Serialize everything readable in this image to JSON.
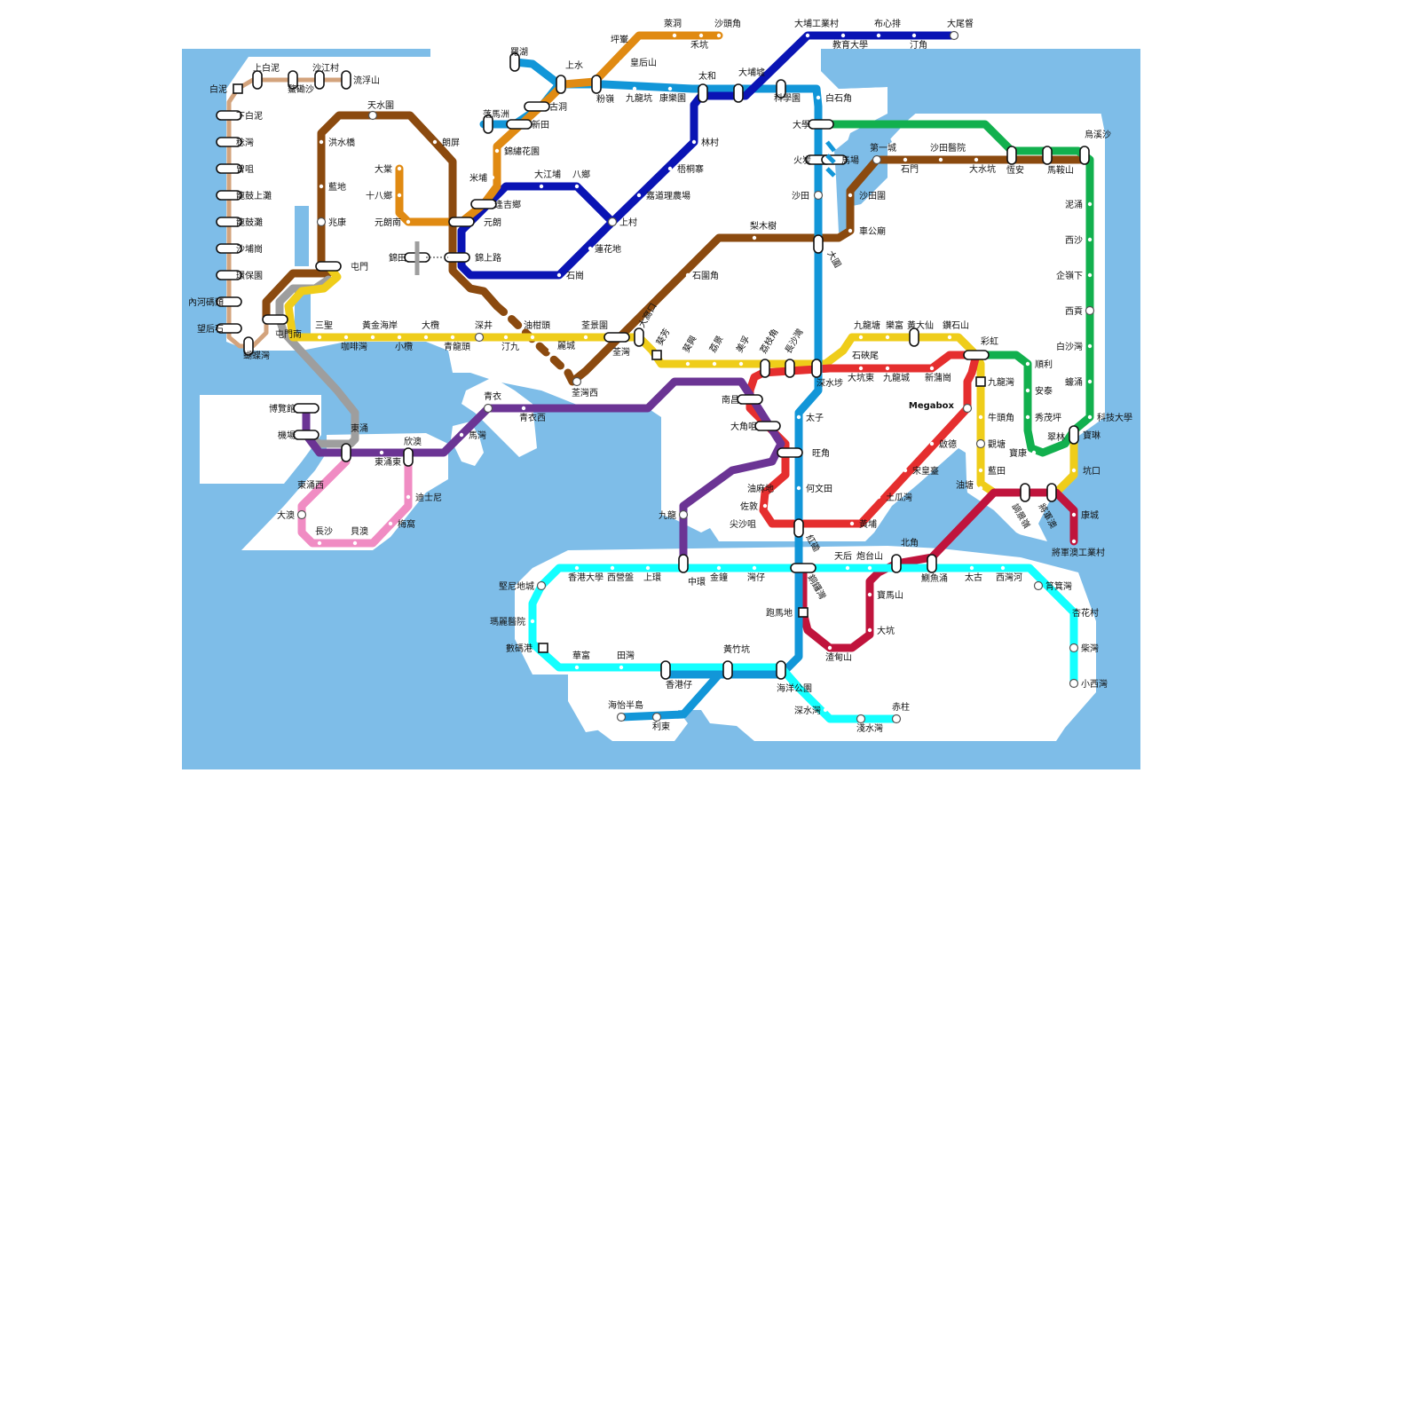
{
  "map_title": "",
  "colors": {
    "water": "#7ebde8",
    "land": "#ffffff",
    "tuen_ma": "#8b4a0f",
    "tung_chung": "#fb8c00",
    "tsuen_wan": "#e52e2e",
    "island": "#0f8ed0",
    "kwun_tong": "#0aa34d",
    "tseung_kwan_o": "#7d4aa0",
    "east_rail": "#3199d4",
    "south_island": "#b8d200",
    "airport_express": "#00888a",
    "disneyland": "#e777c0",
    "light_rail": "#d3a37c",
    "ngong_ping": "#ec9a2a",
    "tuen_ma_yellow": "#efcd1a",
    "green_line": "#12b04e",
    "grey_line": "#9e9e9e",
    "purple": "#6b3494",
    "pink": "#f08cc3",
    "crimson": "#c0143c",
    "cyan": "#14ffff",
    "blue": "#1296d8",
    "darkblue": "#0a14b4",
    "orange": "#e08a12"
  },
  "stations": {
    "pakni": "白泥",
    "shangpakni": "上白泥",
    "lauwoo": "鰲磡沙",
    "shakongtsuen": "沙江村",
    "lauhaushan": "流浮山",
    "hapakni": "下白泥",
    "shemwan": "稔灣",
    "tsanguk": "曾咀",
    "lungkuseung": "龍鼓上灘",
    "lungkutan": "龍鼓灘",
    "shapotsui": "沙埔崗",
    "wanpoyuen": "環保園",
    "noihobakou": "內河碼頭",
    "mongha": "望后石",
    "butterfly": "蝴蝶灣",
    "tinshuiwai": "天水圍",
    "hungshuikiu": "洪水橋",
    "longping": "朗屏",
    "lamtei": "藍地",
    "siuhong": "兆康",
    "tuenmun": "屯門",
    "tuenmunnorth": "屯門南",
    "taitong": "大棠",
    "shapatheung": "十八鄉",
    "yuenlongsouth": "元朗南",
    "yuenlong": "元朗",
    "kamtin": "錦田",
    "kamsheungroad": "錦上路",
    "fungkatheung": "逢吉鄉",
    "mipo": "米埔",
    "kamsauwah": "錦繡花園",
    "lokmachau": "落馬洲",
    "sanitin": "新田",
    "kudtung": "古洞",
    "lowu": "羅湖",
    "sheungshui": "上水",
    "fanling": "粉嶺",
    "pingche": "坪輋",
    "wonghaushan": "皇后山",
    "laitung": "萊洞",
    "wohop": "禾坑",
    "shataukok": "沙頭角",
    "kauloongham": "九龍坑",
    "hongloknga": "康樂園",
    "taiwo": "太和",
    "taipohui": "大埔墟",
    "taipoindustrial": "大埔工業村",
    "edu": "教育大學",
    "pousampai": "布心排",
    "tingkok": "汀角",
    "taimeituk": "大尾督",
    "sciencepark": "科學園",
    "pakshekkok": "白石角",
    "university": "大學",
    "fotan": "火炭",
    "racecourse": "馬場",
    "shatin": "沙田",
    "taiwai": "大圍",
    "taikang": "大江埔",
    "patheung": "八鄉",
    "lamtsuen": "林村",
    "ngtungchai": "梧桐寨",
    "taipoagri": "嘉道理農場",
    "sheungtsuen": "上村",
    "lintahdei": "蓮花地",
    "shekkong": "石崗",
    "cityone": "第一城",
    "shekmun": "石門",
    "shatinhospital": "沙田醫院",
    "taishuihang": "大水坑",
    "hengon": "恆安",
    "maonshan": "馬鞍山",
    "wukaisha": "烏溪沙",
    "shatinwai": "沙田圍",
    "chekungtemple": "車公廟",
    "leimuk": "梨木樹",
    "shekwaikok": "石圍角",
    "taiwohau": "大窩口",
    "tsuenwan": "荃灣",
    "tsuenwanwest": "荃灣西",
    "laiking": "麗城",
    "kwaifong": "葵芳",
    "kwaihing": "葵興",
    "laiking2": "荔景",
    "meifoo": "美孚",
    "laichikok": "荔枝角",
    "cheungshawan": "長沙灣",
    "shamshuipo": "深水埗",
    "shekkipmei": "石硤尾",
    "kowloontong": "九龍塘",
    "lokfu": "樂富",
    "wongtaisin": "黃大仙",
    "diamondhill": "鑽石山",
    "taikoktsui": "大角咀",
    "namcheong": "南昌",
    "mongkok": "旺角",
    "princeedward": "太子",
    "yaumatei": "油麻地",
    "jordan": "佐敦",
    "tsimshatsui": "尖沙咀",
    "homan": "何文田",
    "hunghom": "紅磡",
    "taiwaidung": "大坑東",
    "kowlooncity": "九龍城",
    "sanpokong": "新蒲崗",
    "choihung": "彩虹",
    "kowloonbay": "九龍灣",
    "ngautaukok": "牛頭角",
    "kwuntong": "觀塘",
    "lamtin": "藍田",
    "yautong": "油塘",
    "megabox": "Megabox",
    "kaitak": "啟德",
    "sungwongtoi": "宋皇臺",
    "tokwawan": "土瓜灣",
    "whampoa": "黃埔",
    "shunli": "順利",
    "onyan": "安泰",
    "saumaoping": "秀茂坪",
    "pokhong": "寶康",
    "tsuilam": "翠林",
    "polam": "寶琳",
    "hkust": "科技大學",
    "hanghau": "坑口",
    "tseungkwano": "將軍澳",
    "tiukengleng": "調景嶺",
    "lohaspark": "康城",
    "tkoindustrial": "將軍澳工業村",
    "nitaosha": "泥涌",
    "saisha": "西沙",
    "kailaiha": "企嶺下",
    "saikung": "西貢",
    "pakshawan": "白沙灣",
    "houchung": "蠔涌",
    "sammshingtsuen": "三聖",
    "kafaywan": "咖啡灣",
    "goldcoast": "黃金海岸",
    "siulam": "小欖",
    "tailam": "大欖",
    "tsinglungtau": "青龍頭",
    "shamtseng": "深井",
    "tingkau": "汀九",
    "yaukamtau": "油柑頭",
    "tsuenkingcircuit": "荃景圍",
    "tsingyi": "青衣",
    "tsingyiwest": "青衣西",
    "mawan": "馬灣",
    "sunnybay": "欣澳",
    "disney": "迪士尼",
    "plum": "梅窩",
    "shatsui": "長沙",
    "pooiau": "貝澳",
    "taio": "大澳",
    "tungchungwest": "東涌西",
    "tungchung": "東涌",
    "tungchungeast": "東涌東",
    "airport": "機場",
    "asiaworld": "博覽館",
    "kowloon": "九龍",
    "central": "中環",
    "admiralty": "金鐘",
    "wanchai": "灣仔",
    "causewaybay": "銅鑼灣",
    "tinhau": "天后",
    "fortresshill": "炮台山",
    "northpoint": "北角",
    "quarrybay": "鰂魚涌",
    "taikoo": "太古",
    "saiwanho": "西灣河",
    "shaukeiwan": "筲箕灣",
    "hengfachuen": "杏花村",
    "chaiwan": "柴灣",
    "siusaiwan": "小西灣",
    "kennedytown": "堅尼地城",
    "hku": "香港大學",
    "saiyingpun": "西營盤",
    "sheungwan": "上環",
    "queenmary": "瑪麗醫院",
    "cyberport": "數碼港",
    "wahfu": "華富",
    "tinwan": "田灣",
    "aberdeen": "香港仔",
    "wongchukhang": "黃竹坑",
    "oceanpark": "海洋公園",
    "aplichau": "海怡半島",
    "leitung": "利東",
    "deepwaterbay": "深水灣",
    "repulsebay": "淺水灣",
    "stanley": "赤柱",
    "happyvalley": "跑馬地",
    "taihang": "大坑",
    "tinhaushan": "寶馬山",
    "chaiwanroad": "渣甸山"
  }
}
